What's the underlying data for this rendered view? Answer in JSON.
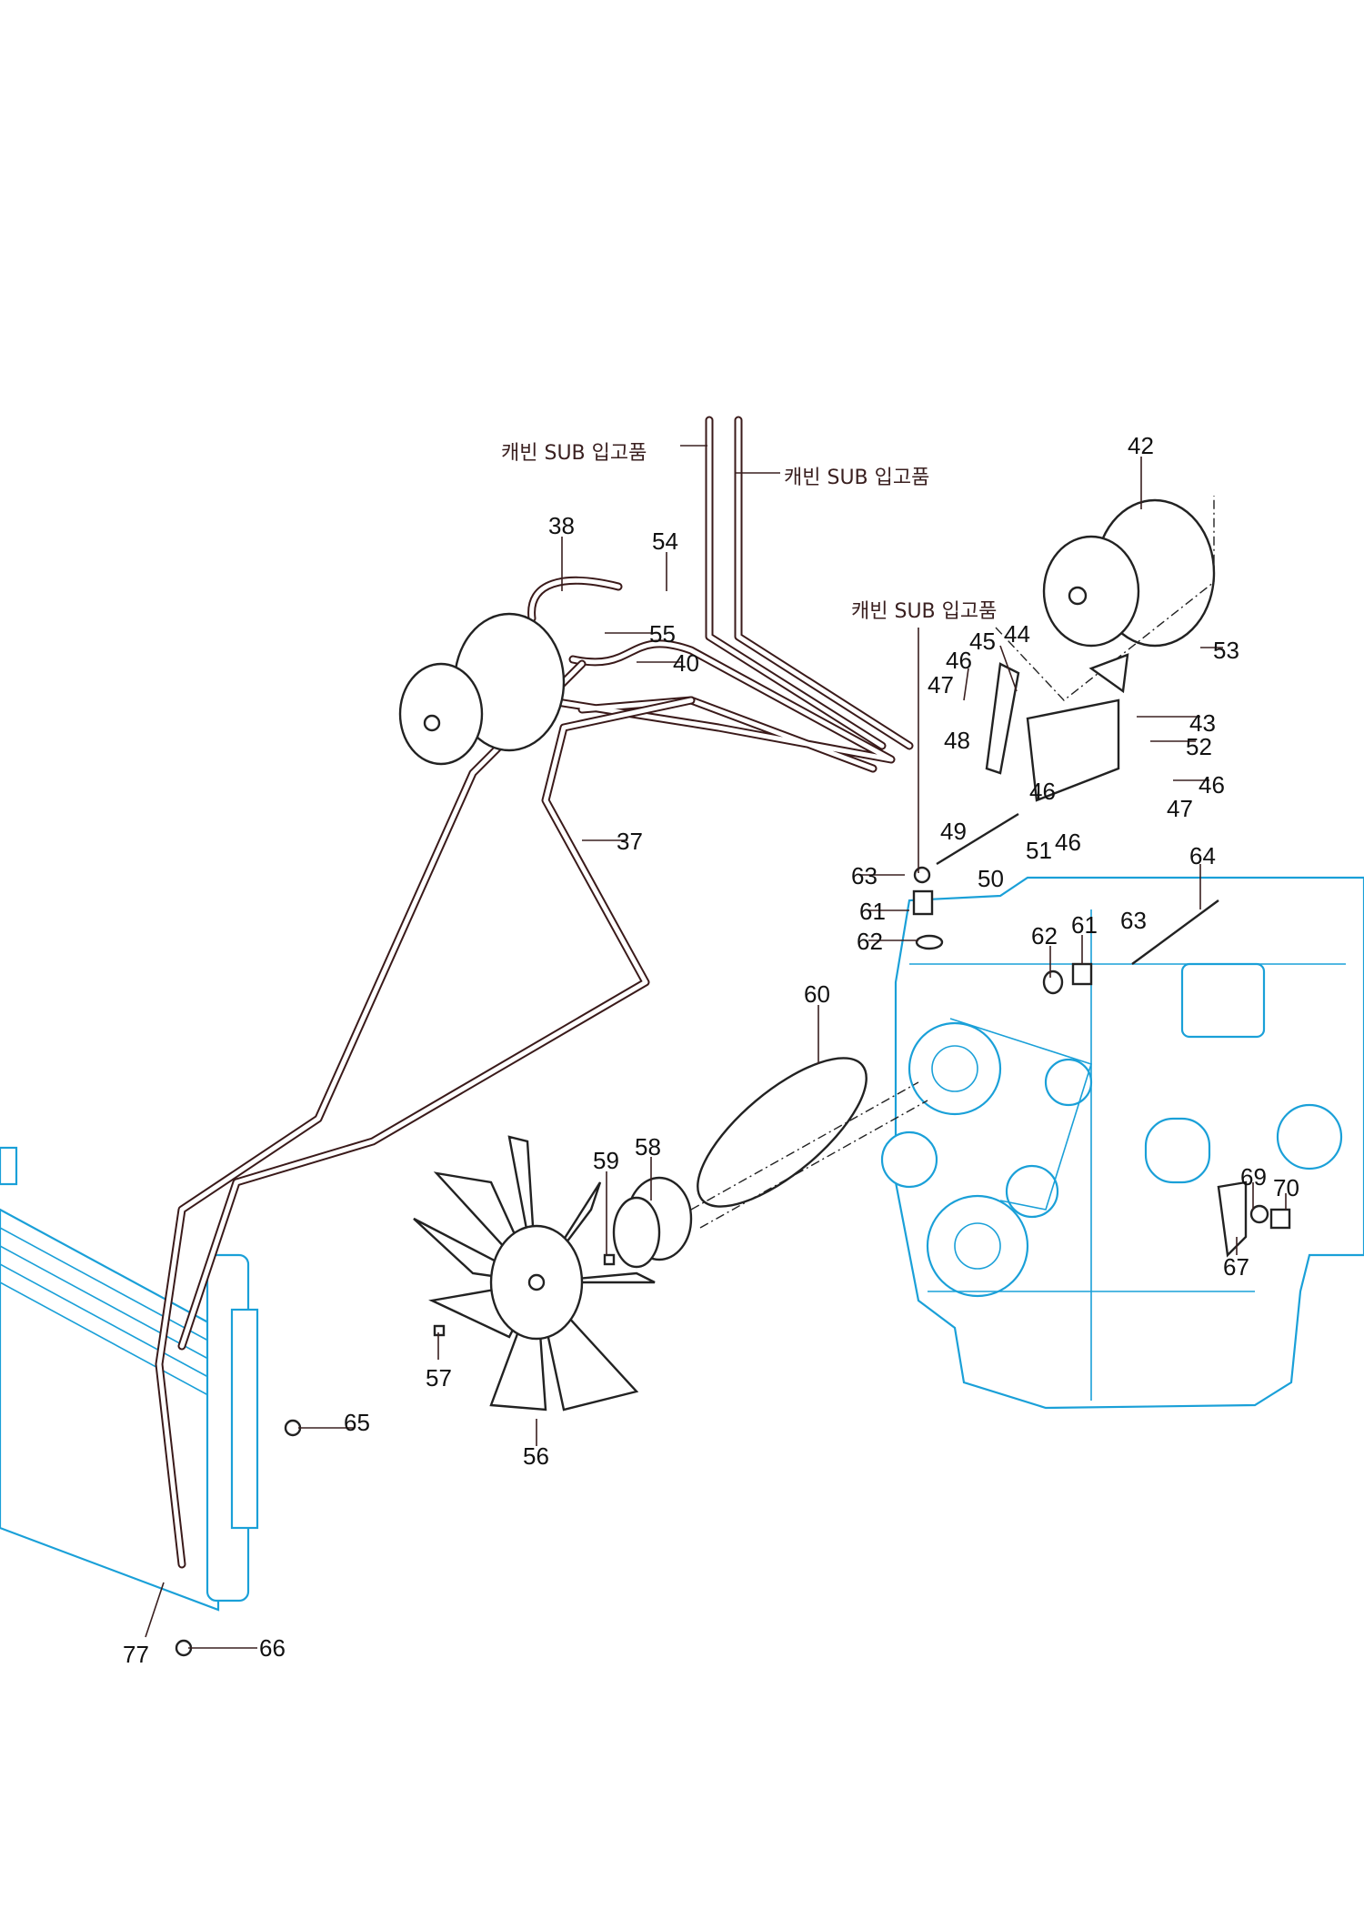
{
  "diagram": {
    "subassembly_note": "캐빈 SUB 입고품",
    "callouts": {
      "c42": "42",
      "c38": "38",
      "c54": "54",
      "c55": "55",
      "c40": "40",
      "c53": "53",
      "c44": "44",
      "c45": "45",
      "c46a": "46",
      "c47a": "47",
      "c43": "43",
      "c52": "52",
      "c48": "48",
      "c46b": "46",
      "c46c": "46",
      "c47b": "47",
      "c49": "49",
      "c51": "51",
      "c46d": "46",
      "c37": "37",
      "c50": "50",
      "c63a": "63",
      "c64": "64",
      "c61a": "61",
      "c62a": "62",
      "c62b": "62",
      "c61b": "61",
      "c63b": "63",
      "c60": "60",
      "c59": "59",
      "c58": "58",
      "c69": "69",
      "c70": "70",
      "c67": "67",
      "c65": "65",
      "c57": "57",
      "c56": "56",
      "c77": "77",
      "c66": "66"
    },
    "colors": {
      "engine": "#1aa0d8",
      "pipes": "#3a1a1a",
      "parts": "#222222"
    }
  }
}
